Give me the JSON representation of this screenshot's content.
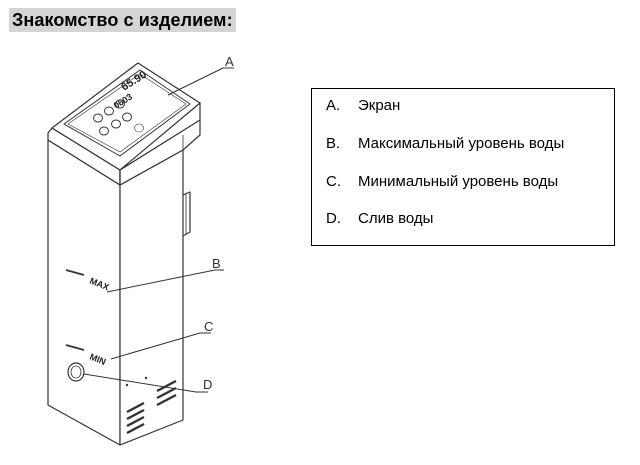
{
  "title": "Знакомство с изделием:",
  "drawing": {
    "display_top": "65.90",
    "display_bottom": "0603",
    "max_mark": "MAX",
    "min_mark": "MIN",
    "callouts": [
      "A",
      "B",
      "C",
      "D"
    ]
  },
  "legend": [
    {
      "key": "A.",
      "text": "Экран"
    },
    {
      "key": "B.",
      "text": "Максимальный уровень воды"
    },
    {
      "key": "C.",
      "text": "Минимальный уровень воды"
    },
    {
      "key": "D.",
      "text": "Слив воды"
    }
  ]
}
